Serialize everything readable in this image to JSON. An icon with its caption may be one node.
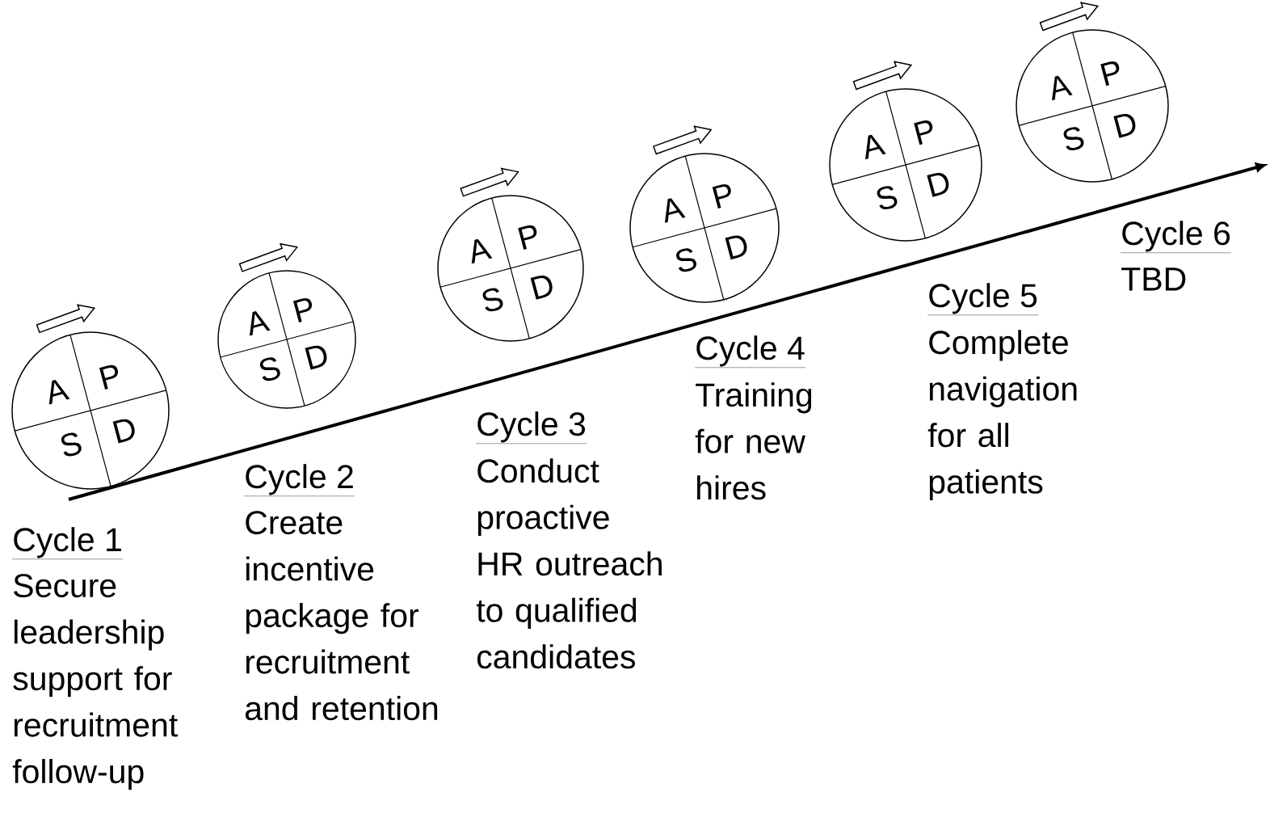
{
  "diagram": {
    "nodes": [
      {
        "text": [
          "A",
          "P",
          "S",
          "D"
        ]
      },
      {
        "text": [
          "A",
          "P",
          "S",
          "D"
        ]
      },
      {
        "text": [
          "A",
          "P",
          "S",
          "D"
        ]
      },
      {
        "text": [
          "A",
          "P",
          "S",
          "D"
        ]
      },
      {
        "text": [
          "A",
          "P",
          "S",
          "D"
        ]
      },
      {
        "text": [
          "A",
          "P",
          "S",
          "D"
        ]
      }
    ],
    "labels": [
      "Cycle 1",
      "Secure leadership support for recruitment follow-up",
      "Cycle 2",
      "Create incentive package for recruitment and retention",
      "Cycle 3",
      "Conduct proactive HR outreach to qualified candidates",
      "Cycle 4",
      "Training for new hires",
      "Cycle 5",
      "Complete navigation for all patients",
      "Cycle 6",
      "TBD"
    ]
  }
}
